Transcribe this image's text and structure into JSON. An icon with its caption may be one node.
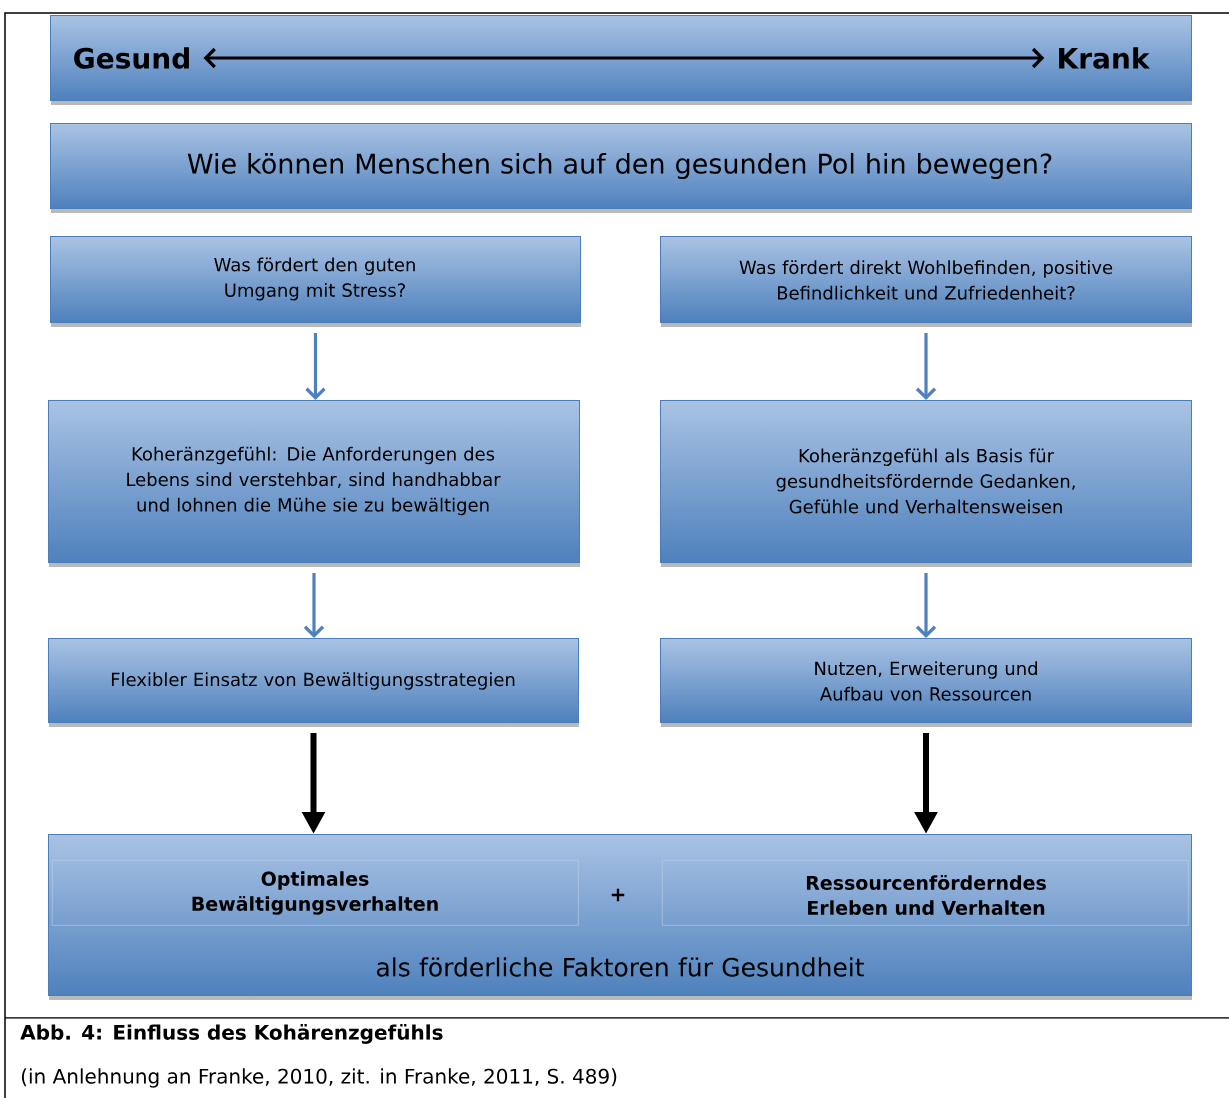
{
  "diagram": {
    "caption": "Abb. 4:  Einfluss des Kohärenzgefühls",
    "nodes": [
      {
        "text": [],
        "shape": "box"
      },
      {
        "text": [
          "Gesund"
        ],
        "in": 0
      },
      {
        "text": [
          "Krank"
        ],
        "in": 0
      },
      {
        "text": [
          "Wie können Menschen sich auf den gesunden Pol hin bewegen?"
        ]
      },
      {
        "text": [
          "Was fördert den guten Umgang mit Stress?"
        ]
      },
      {
        "text": [
          "Was fördert direkt Wohlbefinden, positive Befindlichkeit und Zufriedenheit?"
        ]
      },
      {
        "text": [
          "Koheränzgefühl: Die Anforderungen des Lebens sind verstehbar, sind handhabbar und lohnen die Mühe sie zu bewältigen"
        ]
      },
      {
        "text": [
          "Koheränzgefühl als Basis für gesundheitsfördernde Gedanken, Gefühle und Verhaltensweisen"
        ]
      },
      {
        "text": [
          "Flexibler Einsatz von Bewältigungsstrategien"
        ]
      },
      {
        "text": [
          "Nutzen, Erweiterung und Aufbau von Ressourcen"
        ]
      },
      {
        "text": [
          "als förderliche Faktoren für Gesundheit"
        ]
      },
      {
        "text": [
          "Optimales Bewältigungsverhalten"
        ],
        "in": 10
      },
      {
        "text": [
          "Ressourcenförderndes Erleben und Verhalten"
        ],
        "in": 10
      }
    ],
    "edges": [
      {
        "from": 1,
        "to": 2,
        "arrow": "both",
        "color": "#000000"
      },
      {
        "from": 4,
        "to": 6,
        "arrow": "to"
      },
      {
        "from": 6,
        "to": 8,
        "arrow": "to"
      },
      {
        "from": 5,
        "to": 7,
        "arrow": "to"
      },
      {
        "from": 7,
        "to": 9,
        "arrow": "to"
      },
      {
        "from": 8,
        "to": 11,
        "arrow": "to",
        "style": "thick",
        "color": "#000000"
      },
      {
        "from": 9,
        "to": 12,
        "arrow": "to",
        "style": "thick",
        "color": "#000000"
      }
    ],
    "labels": [
      "+",
      "(in Anlehnung an Franke, 2010, zit. in Franke, 2011, S. 489)"
    ]
  }
}
